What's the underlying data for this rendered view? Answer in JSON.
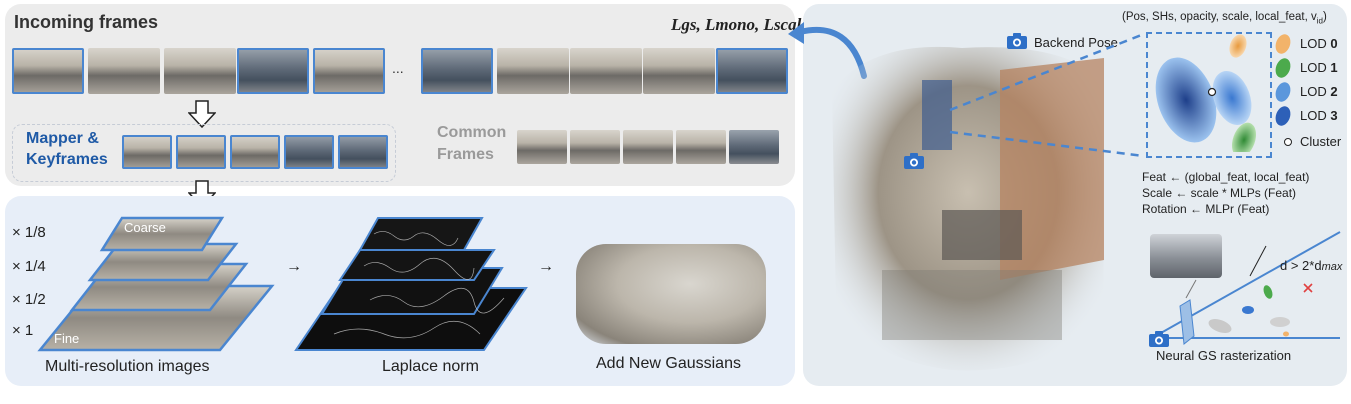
{
  "incoming_title": "Incoming frames",
  "loss_label": "Lgs, Lmono, Lscale",
  "ellipsis": "...",
  "mapper_label_1": "Mapper &",
  "mapper_label_2": "Keyframes",
  "common_label_1": "Common",
  "common_label_2": "Frames",
  "scales": [
    "× 1/8",
    "× 1/4",
    "× 1/2",
    "× 1"
  ],
  "coarse_label": "Coarse",
  "fine_label": "Fine",
  "arrow_glyph": "→",
  "multi_res_label": "Multi-resolution images",
  "laplace_label": "Laplace norm",
  "add_gaussians_label": "Add New Gaussians",
  "backend_pose_label": "Backend Pose",
  "attr_label": "(Pos, SHs, opacity, scale, local_feat, v",
  "attr_sub": "id",
  "attr_close": ")",
  "lod_items": [
    {
      "label": "LOD",
      "num": "0",
      "color": "#f2b36a"
    },
    {
      "label": "LOD",
      "num": "1",
      "color": "#4caa4c"
    },
    {
      "label": "LOD",
      "num": "2",
      "color": "#5b97dc"
    },
    {
      "label": "LOD",
      "num": "3",
      "color": "#2d60b8"
    }
  ],
  "cluster_label": "Cluster",
  "eq_feat": "Feat ← (global_feat, local_feat)",
  "eq_scale": "Scale ← scale * MLPs (Feat)",
  "eq_rot": "Rotation ← MLPr (Feat)",
  "dist_label": "d > 2*d",
  "dist_sub": "max",
  "rasterization_label": "Neural GS rasterization",
  "colors": {
    "accent_blue": "#4a86d0",
    "title_blue": "#1f5aa6",
    "grey_text": "#9a9a9a"
  }
}
